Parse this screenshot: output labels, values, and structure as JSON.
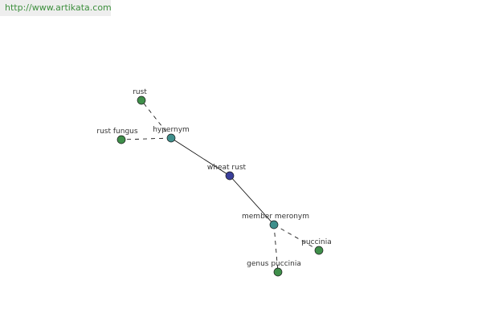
{
  "header": {
    "url": "http://www.artikata.com"
  },
  "colors": {
    "center_node": "#3a3f9a",
    "relation_node": "#3f8f8c",
    "term_node": "#3f8f4a",
    "edge": "#000000",
    "banner_text": "#3d8f3d",
    "banner_bg": "#eeeeee"
  },
  "graph": {
    "nodes": [
      {
        "id": "wheat_rust",
        "label": "wheat rust",
        "kind": "center"
      },
      {
        "id": "hypernym",
        "label": "hypernym",
        "kind": "relation"
      },
      {
        "id": "member_meronym",
        "label": "member meronym",
        "kind": "relation"
      },
      {
        "id": "rust",
        "label": "rust",
        "kind": "term"
      },
      {
        "id": "rust_fungus",
        "label": "rust fungus",
        "kind": "term"
      },
      {
        "id": "puccinia",
        "label": "puccinia",
        "kind": "term"
      },
      {
        "id": "genus_puccinia",
        "label": "genus puccinia",
        "kind": "term"
      }
    ],
    "edges": [
      {
        "from": "wheat_rust",
        "to": "hypernym",
        "style": "solid"
      },
      {
        "from": "wheat_rust",
        "to": "member_meronym",
        "style": "solid"
      },
      {
        "from": "hypernym",
        "to": "rust",
        "style": "dashed"
      },
      {
        "from": "hypernym",
        "to": "rust_fungus",
        "style": "dashed"
      },
      {
        "from": "member_meronym",
        "to": "puccinia",
        "style": "dashed"
      },
      {
        "from": "member_meronym",
        "to": "genus_puccinia",
        "style": "dashed"
      }
    ]
  }
}
